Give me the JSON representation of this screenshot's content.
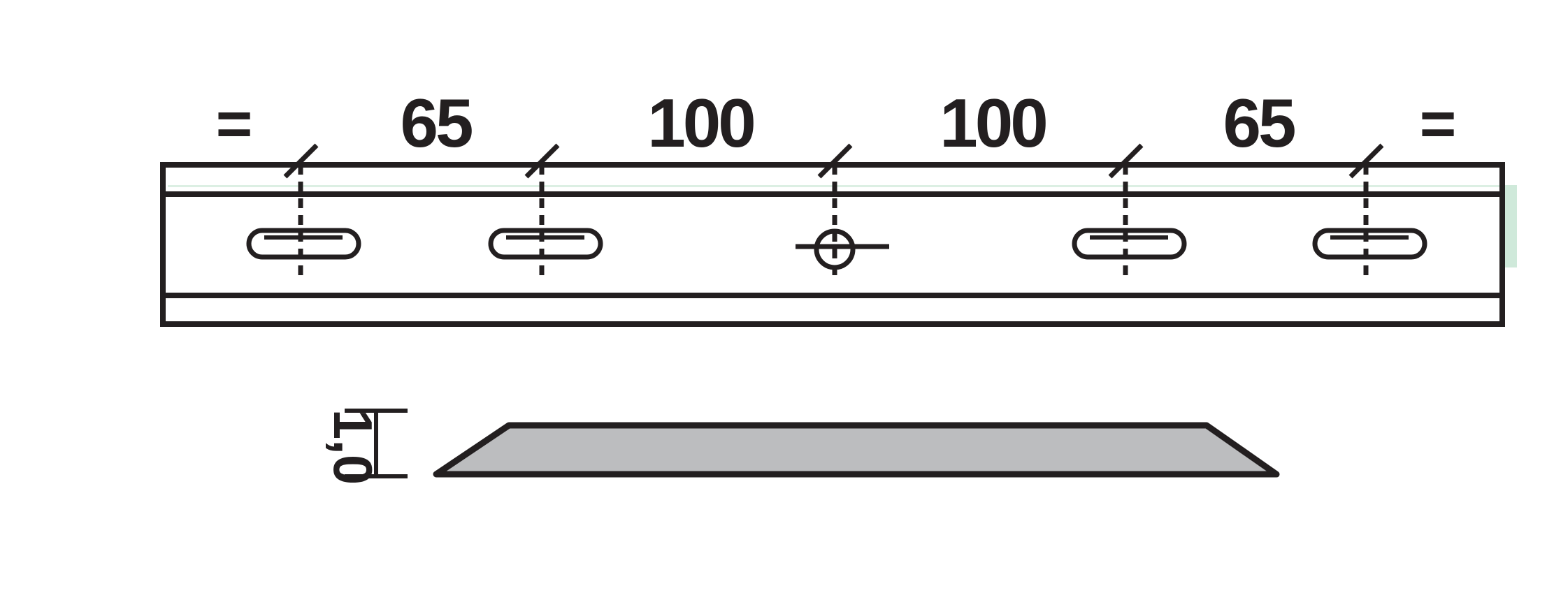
{
  "dimensions": {
    "left_equal": "=",
    "spacing_1": "65",
    "spacing_2": "100",
    "spacing_3": "100",
    "spacing_4": "65",
    "right_equal": "="
  },
  "thickness_label": "1,0",
  "colors": {
    "line": "#231f20",
    "profile_fill": "#bcbdbf",
    "accent": "#cfe9da"
  }
}
